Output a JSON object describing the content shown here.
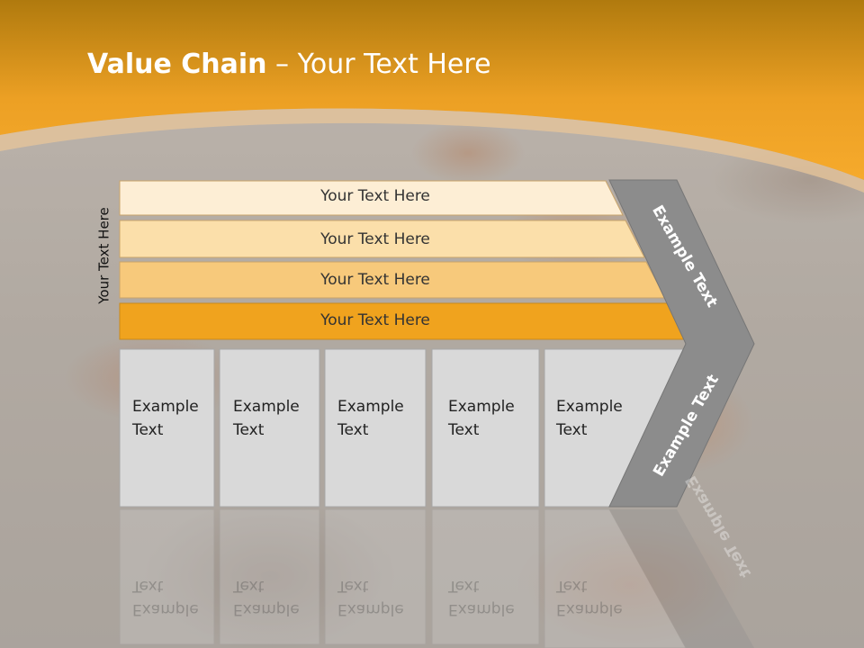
{
  "slide": {
    "title_bold": "Value Chain",
    "title_rest": " – Your Text Here",
    "vertical_label": "Your Text Here",
    "bars": [
      {
        "label": "Your Text Here"
      },
      {
        "label": "Your Text Here"
      },
      {
        "label": "Your Text Here"
      },
      {
        "label": "Your Text Here"
      }
    ],
    "boxes": [
      {
        "line1": "Example",
        "line2": "Text"
      },
      {
        "line1": "Example",
        "line2": "Text"
      },
      {
        "line1": "Example",
        "line2": "Text"
      },
      {
        "line1": "Example",
        "line2": "Text"
      },
      {
        "line1": "Example",
        "line2": "Text"
      }
    ],
    "chevron_top": "Example Text",
    "chevron_bottom": "Example Text"
  },
  "colors": {
    "orange_dark": "#b27a0c",
    "orange": "#f0a22a",
    "bar1": "#fdeed5",
    "bar2": "#fbdfaa",
    "bar3": "#f7c97b",
    "bar4": "#f0a31e",
    "box": "#d9d9d9",
    "chevron": "#8c8c8c"
  }
}
